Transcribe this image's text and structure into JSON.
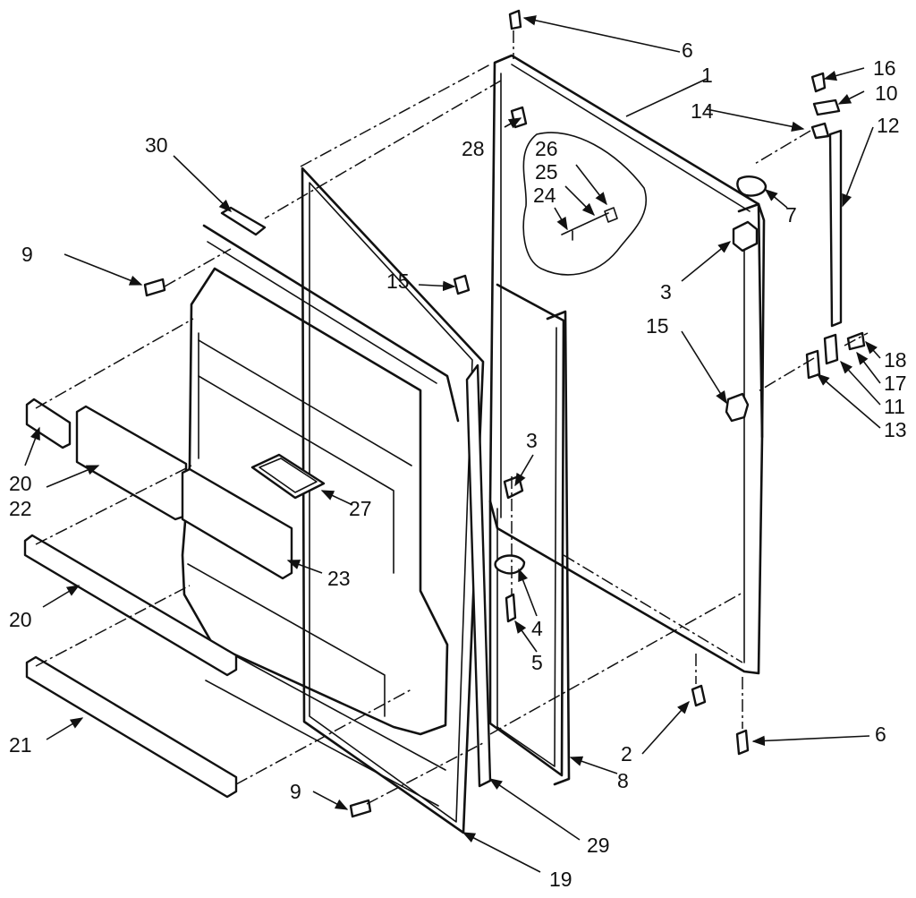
{
  "diagram": {
    "callouts": [
      {
        "id": "c1",
        "text": "1"
      },
      {
        "id": "c2",
        "text": "2"
      },
      {
        "id": "c3a",
        "text": "3"
      },
      {
        "id": "c3b",
        "text": "3"
      },
      {
        "id": "c4",
        "text": "4"
      },
      {
        "id": "c5",
        "text": "5"
      },
      {
        "id": "c6a",
        "text": "6"
      },
      {
        "id": "c6b",
        "text": "6"
      },
      {
        "id": "c7",
        "text": "7"
      },
      {
        "id": "c8",
        "text": "8"
      },
      {
        "id": "c9a",
        "text": "9"
      },
      {
        "id": "c9b",
        "text": "9"
      },
      {
        "id": "c10",
        "text": "10"
      },
      {
        "id": "c11",
        "text": "11"
      },
      {
        "id": "c12",
        "text": "12"
      },
      {
        "id": "c13",
        "text": "13"
      },
      {
        "id": "c14",
        "text": "14"
      },
      {
        "id": "c15a",
        "text": "15"
      },
      {
        "id": "c15b",
        "text": "15"
      },
      {
        "id": "c16",
        "text": "16"
      },
      {
        "id": "c17",
        "text": "17"
      },
      {
        "id": "c18",
        "text": "18"
      },
      {
        "id": "c19",
        "text": "19"
      },
      {
        "id": "c20a",
        "text": "20"
      },
      {
        "id": "c20b",
        "text": "20"
      },
      {
        "id": "c21",
        "text": "21"
      },
      {
        "id": "c22",
        "text": "22"
      },
      {
        "id": "c23",
        "text": "23"
      },
      {
        "id": "c24",
        "text": "24"
      },
      {
        "id": "c25",
        "text": "25"
      },
      {
        "id": "c26",
        "text": "26"
      },
      {
        "id": "c27",
        "text": "27"
      },
      {
        "id": "c28",
        "text": "28"
      },
      {
        "id": "c29",
        "text": "29"
      },
      {
        "id": "c30",
        "text": "30"
      }
    ]
  }
}
